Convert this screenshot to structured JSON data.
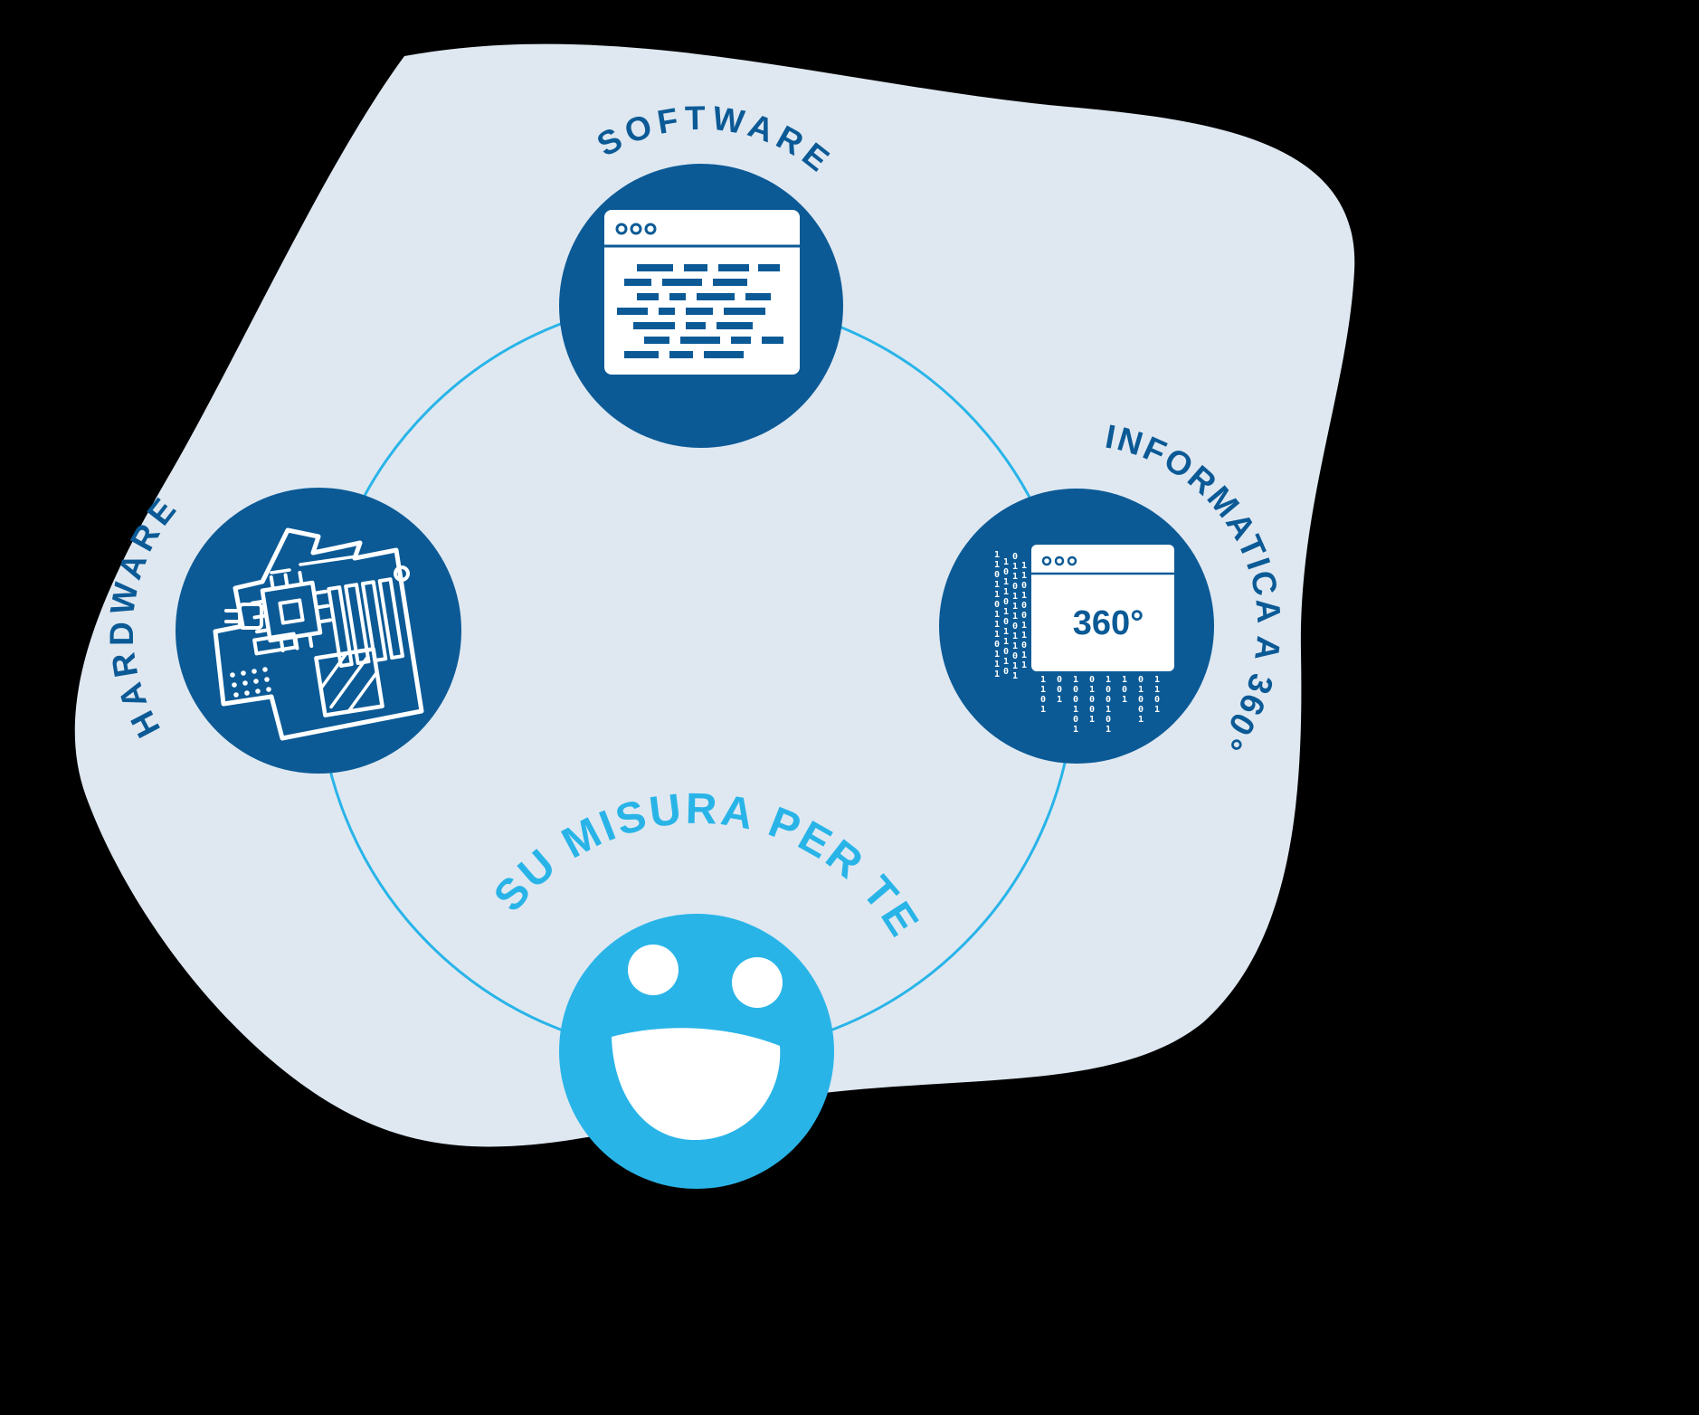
{
  "colors": {
    "background": "#000000",
    "blob": "#dfe8f1",
    "node": "#0b5a96",
    "accent": "#29b4e8",
    "white": "#ffffff"
  },
  "nodes": {
    "software": {
      "label": "SOFTWARE",
      "icon": "code-window-icon"
    },
    "hardware": {
      "label": "HARDWARE",
      "icon": "motherboard-icon"
    },
    "informatica": {
      "label": "INFORMATICA A 360°",
      "icon": "browser-360-icon",
      "badge": "360°"
    },
    "custom": {
      "label": "SU MISURA PER TE",
      "icon": "smiley-icon"
    }
  },
  "binary": {
    "left1": "1\n1\n0\n1\n1\n0\n1\n1\n1\n0\n1\n1\n1",
    "left2": "1\n0\n1\n1\n0\n1\n0\n1\n1\n0\n1\n0",
    "left3": "0\n1\n1\n0\n1\n1\n1\n0\n1\n1\n0\n1\n1",
    "left4": "1\n1\n0\n1\n0\n0\n1\n1\n0\n1\n1",
    "drip1": "1\n1\n0\n1",
    "drip2": "0\n0\n1",
    "drip3": "1\n0\n0\n1\n0\n1",
    "drip4": "0\n1\n0\n0\n1",
    "drip5": "1\n0\n0\n1\n0\n1",
    "drip6": "1\n0\n1",
    "drip7": "0\n1\n0\n0\n1",
    "drip8": "1\n1\n0\n1"
  }
}
